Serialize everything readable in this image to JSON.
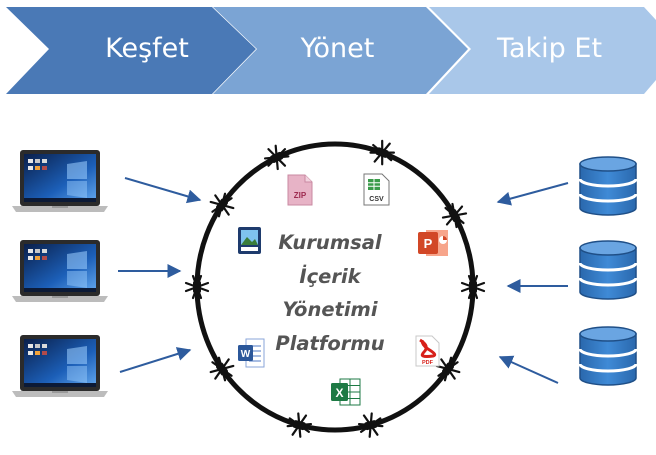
{
  "steps": [
    {
      "label": "Keşfet",
      "color": "#4a79b6"
    },
    {
      "label": "Yönet",
      "color": "#7ba4d4"
    },
    {
      "label": "Takip Et",
      "color": "#a9c7e9"
    }
  ],
  "platform": {
    "lines": [
      "Kurumsal",
      "İçerik",
      "Yönetimi",
      "Platformu"
    ],
    "text_color": "#555555"
  },
  "sources": {
    "laptops": 3,
    "databases": 3,
    "arrow_color": "#2e5c9e",
    "database_color": "#2e74b5"
  },
  "file_icons": {
    "zip": "ZIP",
    "csv": "CSV",
    "word": "W",
    "excel": "X",
    "pdf": "PDF",
    "powerpoint": "P"
  }
}
